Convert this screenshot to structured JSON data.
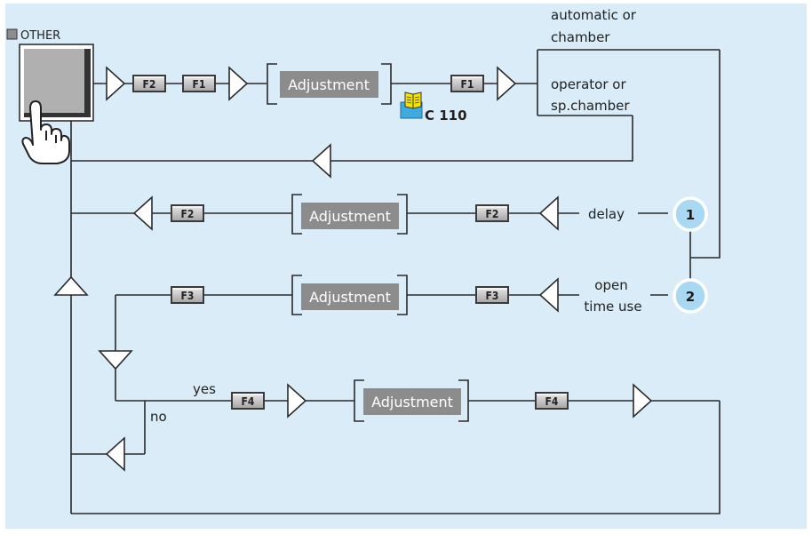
{
  "colors": {
    "panel_background": "#d9ecf8",
    "line": "#2a2a2a",
    "adjustment_box": "#8c8c8c",
    "key_gray": "#b5b5b5",
    "badge_fill": "#a9d8f2",
    "badge_border": "#ffffff",
    "book_yellow": "#f5e400"
  },
  "menu": {
    "name": "OTHER"
  },
  "keys": {
    "f1": "F1",
    "f2": "F2",
    "f3": "F3",
    "f4": "F4"
  },
  "adjustment_label": "Adjustment",
  "reference": {
    "code": "C 110",
    "icon": "book-icon"
  },
  "options": {
    "automatic_or_chamber": [
      "automatic or",
      "chamber"
    ],
    "operator_or_sp_chamber": [
      "operator or",
      "sp.chamber"
    ],
    "delay": "delay",
    "open_time_use": [
      "open",
      "time use"
    ]
  },
  "badges": {
    "one": "1",
    "two": "2"
  },
  "decision": {
    "yes": "yes",
    "no": "no"
  },
  "icons": {
    "button": "menu-button-icon",
    "hand": "pointing-hand-icon"
  }
}
